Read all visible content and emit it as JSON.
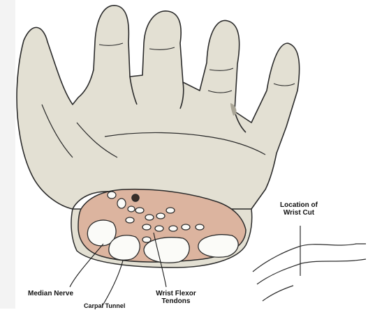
{
  "labels": {
    "median_nerve": "Median Nerve",
    "wrist_flexor_line1": "Wrist Flexor",
    "wrist_flexor_line2": "Tendons",
    "location_line1": "Location of",
    "location_line2": "Wrist Cut",
    "partial_label": "Carpal Tunnel"
  },
  "colors": {
    "skin": "#e3e0d3",
    "skin_shadow": "#c9c5b5",
    "outline": "#2a2a2a",
    "cut_tissue": "#dcb49f",
    "cut_tissue_dark": "#c8977f",
    "bone_white": "#fbfbf8"
  }
}
